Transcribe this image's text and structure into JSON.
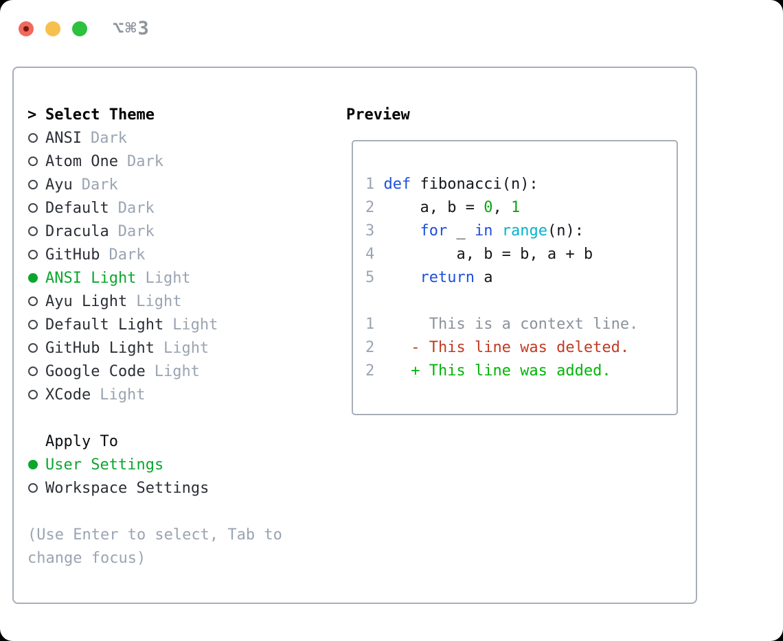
{
  "window": {
    "title": "⌥⌘3"
  },
  "colors": {
    "window_border": "#a7aeb8",
    "text_dark": "#2b2f36",
    "text_muted": "#9aa4b2",
    "accent_green": "#0ca62e",
    "keyword_blue": "#1e4fdc",
    "builtin_cyan": "#00b4cc",
    "number_green": "#0ba512",
    "context_gray": "#8b929c",
    "deleted_red": "#c23a22",
    "added_green": "#00b506",
    "line_number": "#9aa4b2",
    "title_gray": "#8e949c",
    "traffic_red": "#ee6a5e",
    "traffic_red_dot": "#7d1408",
    "traffic_yellow": "#f6bf4e",
    "traffic_green": "#2cc13e"
  },
  "theme_panel": {
    "header_prefix": ">",
    "header": "Select Theme",
    "items": [
      {
        "name": "ANSI",
        "tag": "Dark",
        "selected": false
      },
      {
        "name": "Atom One",
        "tag": "Dark",
        "selected": false
      },
      {
        "name": "Ayu",
        "tag": "Dark",
        "selected": false
      },
      {
        "name": "Default",
        "tag": "Dark",
        "selected": false
      },
      {
        "name": "Dracula",
        "tag": "Dark",
        "selected": false
      },
      {
        "name": "GitHub",
        "tag": "Dark",
        "selected": false
      },
      {
        "name": "ANSI Light",
        "tag": "Light",
        "selected": true
      },
      {
        "name": "Ayu Light",
        "tag": "Light",
        "selected": false
      },
      {
        "name": "Default Light",
        "tag": "Light",
        "selected": false
      },
      {
        "name": "GitHub Light",
        "tag": "Light",
        "selected": false
      },
      {
        "name": "Google Code",
        "tag": "Light",
        "selected": false
      },
      {
        "name": "XCode",
        "tag": "Light",
        "selected": false
      }
    ],
    "apply_header": "Apply To",
    "apply_options": [
      {
        "label": "User Settings",
        "selected": true
      },
      {
        "label": "Workspace Settings",
        "selected": false
      }
    ],
    "hint_lines": [
      "(Use Enter to select, Tab to",
      "change focus)"
    ]
  },
  "preview": {
    "title": "Preview",
    "lines": [
      {
        "tokens": [
          [
            "ln",
            "1 "
          ],
          [
            "kw",
            "def"
          ],
          [
            "pl",
            " fibonacci(n):"
          ]
        ]
      },
      {
        "tokens": [
          [
            "ln",
            "2 "
          ],
          [
            "pl",
            "    a, b = "
          ],
          [
            "nu",
            "0"
          ],
          [
            "pl",
            ", "
          ],
          [
            "nu",
            "1"
          ]
        ]
      },
      {
        "tokens": [
          [
            "ln",
            "3 "
          ],
          [
            "pl",
            "    "
          ],
          [
            "kw",
            "for"
          ],
          [
            "pl",
            " _ "
          ],
          [
            "kw",
            "in"
          ],
          [
            "pl",
            " "
          ],
          [
            "bi",
            "range"
          ],
          [
            "pl",
            "(n):"
          ]
        ]
      },
      {
        "tokens": [
          [
            "ln",
            "4 "
          ],
          [
            "pl",
            "        a, b = b, a + b"
          ]
        ]
      },
      {
        "tokens": [
          [
            "ln",
            "5 "
          ],
          [
            "pl",
            "    "
          ],
          [
            "kw",
            "return"
          ],
          [
            "pl",
            " a"
          ]
        ]
      },
      {
        "tokens": []
      },
      {
        "tokens": [
          [
            "ln",
            "1 "
          ],
          [
            "cx",
            "     This is a context line."
          ]
        ]
      },
      {
        "tokens": [
          [
            "ln",
            "2 "
          ],
          [
            "de",
            "   - This line was deleted."
          ]
        ]
      },
      {
        "tokens": [
          [
            "ln",
            "2 "
          ],
          [
            "ad",
            "   + This line was added."
          ]
        ]
      }
    ]
  }
}
